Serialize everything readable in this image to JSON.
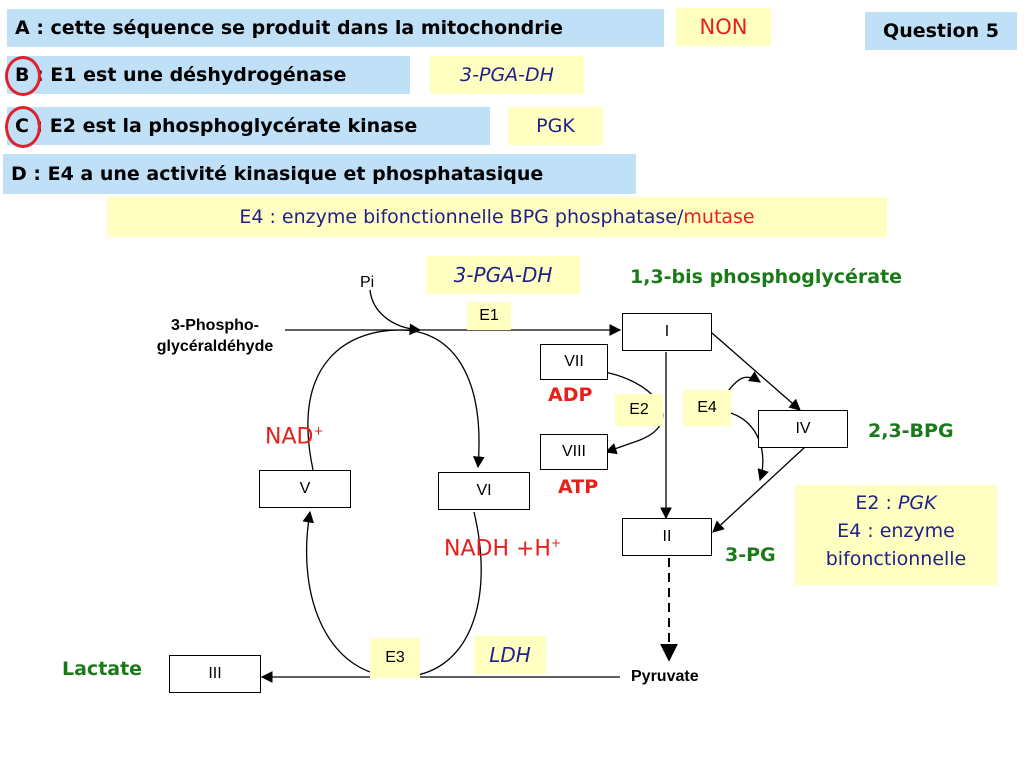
{
  "header": {
    "question": "Question 5"
  },
  "statements": {
    "a": {
      "text": "A : cette séquence se produit dans la mitochondrie",
      "answer": "NON"
    },
    "b": {
      "text": "B : E1 est une déshydrogénase",
      "answer": "3-PGA-DH"
    },
    "c": {
      "text": "C : E2 est la phosphoglycérate kinase",
      "answer": "PGK"
    },
    "d": {
      "text": "D : E4 a une activité kinasique et phosphatasique"
    }
  },
  "e4_note": {
    "prefix": "E4 : enzyme bifonctionnelle BPG phosphatase/",
    "suffix": "mutase"
  },
  "diagram": {
    "start_label_line1": "3-Phospho-",
    "start_label_line2": "glycéraldéhyde",
    "pi": "Pi",
    "e1_annot": "3-PGA-DH",
    "bpg13": "1,3-bis phosphoglycérate",
    "bpg23": "2,3-BPG",
    "pg3": "3-PG",
    "adp": "ADP",
    "atp": "ATP",
    "nad": "NAD",
    "nad_sup": "+",
    "nadh": "NADH +H",
    "nadh_sup": "+",
    "lactate": "Lactate",
    "ldh": "LDH",
    "pyruvate": "Pyruvate",
    "boxes": {
      "I": "I",
      "II": "II",
      "III": "III",
      "IV": "IV",
      "V": "V",
      "VI": "VI",
      "VII": "VII",
      "VIII": "VIII"
    },
    "enzymes": {
      "E1": "E1",
      "E2": "E2",
      "E3": "E3",
      "E4": "E4"
    },
    "summary": {
      "line1_prefix": "E2 : ",
      "line1_value": "PGK",
      "line2": "E4 : enzyme",
      "line3": "bifonctionnelle"
    }
  },
  "colors": {
    "question_bg": "#bfe0f7",
    "answer_bg": "#ffffc2",
    "red": "#e8201c",
    "navy": "#1f1f8a",
    "green": "#1a7a1a"
  }
}
